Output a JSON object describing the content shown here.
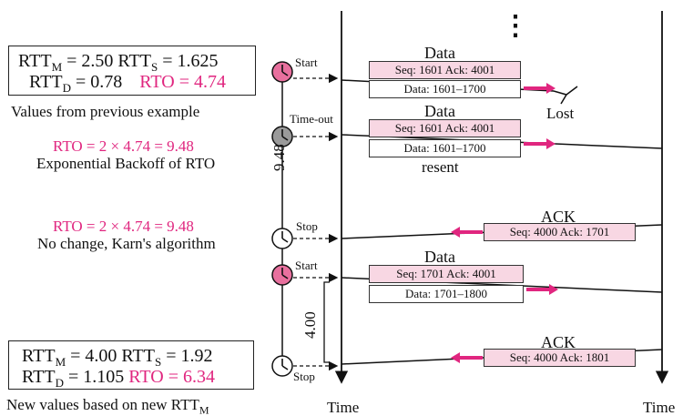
{
  "colors": {
    "accent": "#e0267f",
    "segment_fill": "#f8d7e3",
    "clock_pink": "#e8709e",
    "clock_gray": "#9a9a9a"
  },
  "box1": {
    "line1_a": "RTT",
    "line1_a_sub": "M",
    "line1_b": " = 2.50  RTT",
    "line1_b_sub": "S",
    "line1_c": " = 1.625",
    "line2_a": "RTT",
    "line2_a_sub": "D",
    "line2_b": " = 0.78",
    "line2_rto": "RTO = 4.74"
  },
  "caption1": "Values from previous example",
  "rto_calc1": "RTO = 2  × 4.74 = 9.48",
  "caption2": "Exponential Backoff of RTO",
  "rto_calc2": "RTO = 2  × 4.74 = 9.48",
  "caption3": "No change, Karn's algorithm",
  "box2": {
    "line1_a": "RTT",
    "line1_a_sub": "M",
    "line1_b": " = 4.00 RTT",
    "line1_b_sub": "S",
    "line1_c": " = 1.92",
    "line2_a": "RTT",
    "line2_a_sub": "D",
    "line2_b": " = 1.105 ",
    "line2_rto": "RTO = 6.34"
  },
  "caption4": "New values based on new RTT",
  "caption4_sub": "M",
  "timer_labels": {
    "start1": "Start",
    "timeout": "Time-out",
    "stop1": "Stop",
    "start2": "Start",
    "stop2": "Stop"
  },
  "interval1": "9.48",
  "interval2": "4.00",
  "time_labels": {
    "left": "Time",
    "right": "Time"
  },
  "ellipsis": "⋮",
  "segments": [
    {
      "title": "Data",
      "header": "Seq: 1601  Ack: 4001",
      "body": "Data: 1601–1700",
      "note": "Lost"
    },
    {
      "title": "Data",
      "header": "Seq: 1601  Ack: 4001",
      "body": "Data: 1601–1700",
      "note": "resent"
    },
    {
      "title": "ACK",
      "header": "Seq: 4000  Ack: 1701"
    },
    {
      "title": "Data",
      "header": "Seq: 1701  Ack: 4001",
      "body": "Data: 1701–1800"
    },
    {
      "title": "ACK",
      "header": "Seq: 4000  Ack: 1801"
    }
  ]
}
